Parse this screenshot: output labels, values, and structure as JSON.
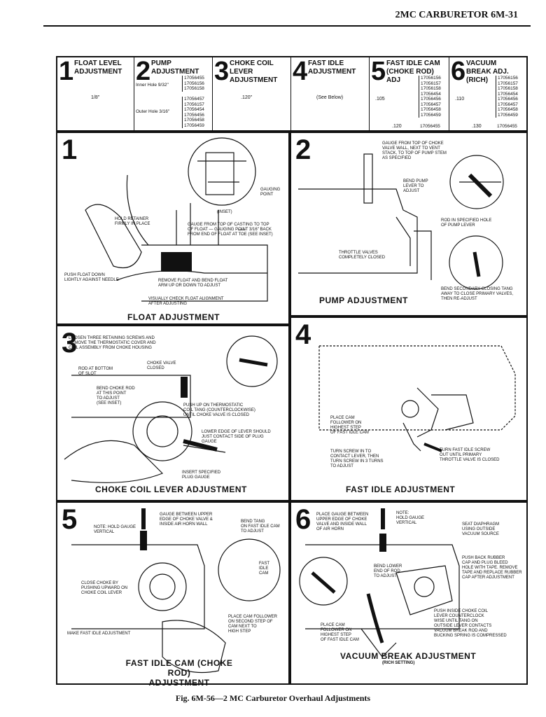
{
  "header": {
    "title": "2MC CARBURETOR  6M-31"
  },
  "spec_table": [
    {
      "num": "1",
      "title": "FLOAT LEVEL\nADJUSTMENT",
      "values": "1/8\""
    },
    {
      "num": "2",
      "title": "PUMP\nADJUSTMENT",
      "inner": "Inner Hole  9/32\"",
      "inner_parts": "17056455\n17056156\n17056158",
      "outer": "Outer Hole  3/16\"",
      "outer_parts": "17056457\n17056157\n17056454\n17056456\n17056458\n17056459"
    },
    {
      "num": "3",
      "title": "CHOKE COIL\nLEVER\nADJUSTMENT",
      "values": ".120\""
    },
    {
      "num": "4",
      "title": "FAST IDLE\nADJUSTMENT",
      "values": "(See Below)"
    },
    {
      "num": "5",
      "title": "FAST IDLE CAM\n(CHOKE ROD)\nADJ",
      "v1": ".105",
      "p1": "17056156\n17056157\n17056158\n17056454\n17056456\n17056457\n17056458\n17056459",
      "v2": ".120",
      "p2": "17056455"
    },
    {
      "num": "6",
      "title": "VACUUM\nBREAK ADJ.\n(RICH)",
      "v1": ".110",
      "p1": "17056156\n17056157\n17056158\n17056454\n17056456\n17056457\n17056458\n17056459",
      "v2": ".130",
      "p2": "17056455"
    }
  ],
  "panels": {
    "p1": {
      "num": "1",
      "caption": "FLOAT ADJUSTMENT",
      "labels": [
        "GAUGING\nPOINT",
        "(INSET)",
        "HOLD RETAINER\nFIRMLY IN PLACE",
        "GAUGE FROM TOP OF CASTING TO TOP\nOF FLOAT — GAUGING POINT 3/16\" BACK\nFROM END OF FLOAT AT TOE (SEE INSET)",
        "PUSH FLOAT DOWN\nLIGHTLY AGAINST NEEDLE",
        "REMOVE FLOAT AND BEND FLOAT\nARM UP OR DOWN TO ADJUST",
        "VISUALLY CHECK FLOAT ALIGNMENT\nAFTER ADJUSTING"
      ]
    },
    "p2": {
      "num": "2",
      "caption": "PUMP ADJUSTMENT",
      "labels": [
        "GAUGE FROM TOP OF CHOKE\nVALVE WALL, NEXT TO VENT\nSTACK, TO TOP OF PUMP STEM\nAS SPECIFIED",
        "BEND PUMP\nLEVER TO\nADJUST",
        "ROD IN SPECIFIED HOLE\nOF PUMP LEVER",
        "THROTTLE VALVES\nCOMPLETELY CLOSED",
        "BEND SECONDARY CLOSING TANG\nAWAY TO CLOSE PRIMARY VALVES,\nTHEN RE-ADJUST"
      ]
    },
    "p3": {
      "num": "3",
      "caption": "CHOKE COIL LEVER ADJUSTMENT",
      "labels": [
        "LOOSEN THREE RETAINING SCREWS AND\nREMOVE THE THERMOSTATIC COVER AND\nCOIL ASSEMBLY FROM CHOKE HOUSING",
        "CHOKE VALVE\nCLOSED",
        "ROD AT BOTTOM\nOF SLOT",
        "BEND CHOKE ROD\nAT THIS POINT\nTO ADJUST\n(SEE INSET)",
        "PUSH UP ON THERMOSTATIC\nCOIL TANG (COUNTERCLOCKWISE)\nUNTIL CHOKE VALVE IS CLOSED",
        "LOWER EDGE OF LEVER SHOULD\nJUST CONTACT SIDE OF PLUG\nGAUGE",
        "INSERT SPECIFIED\nPLUG GAUGE"
      ]
    },
    "p4": {
      "num": "4",
      "caption": "FAST IDLE ADJUSTMENT",
      "labels": [
        "PLACE CAM\nFOLLOWER ON\nHIGHEST STEP\nOF FAST IDLE CAM",
        "TURN SCREW IN TO\nCONTACT LEVER, THEN\nTURN SCREW IN 3 TURNS\nTO ADJUST",
        "TURN FAST IDLE SCREW\nOUT UNTIL PRIMARY\nTHROTTLE VALVE IS CLOSED"
      ]
    },
    "p5": {
      "num": "5",
      "caption": "FAST IDLE CAM (CHOKE ROD)\nADJUSTMENT",
      "labels": [
        "GAUGE BETWEEN UPPER\nEDGE OF CHOKE VALVE &\nINSIDE AIR HORN WALL",
        "NOTE: HOLD GAUGE\nVERTICAL",
        "BEND TANG\nON FAST IDLE CAM\nTO ADJUST",
        "FAST\nIDLE\nCAM",
        "CLOSE CHOKE BY\nPUSHING UPWARD ON\nCHOKE COIL LEVER",
        "PLACE CAM FOLLOWER\nON SECOND STEP OF\nCAM NEXT TO\nHIGH STEP",
        "MAKE FAST IDLE ADJUSTMENT"
      ]
    },
    "p6": {
      "num": "6",
      "caption": "VACUUM BREAK ADJUSTMENT",
      "subcaption": "(RICH SETTING)",
      "labels": [
        "PLACE GAUGE BETWEEN\nUPPER EDGE OF CHOKE\nVALVE AND INSIDE WALL\nOF AIR HORN",
        "NOTE:\nHOLD GAUGE\nVERTICAL",
        "SEAT DIAPHRAGM\nUSING OUTSIDE\nVACUUM SOURCE",
        "PUSH BACK RUBBER\nCAP AND PLUG BLEED\nHOLE WITH TAPE. REMOVE\nTAPE AND REPLACE RUBBER\nCAP AFTER ADJUSTMENT",
        "BEND LOWER\nEND OF ROD\nTO ADJUST",
        "PUSH INSIDE CHOKE COIL\nLEVER COUNTERCLOCK\nWISE UNTIL TANG ON\nOUTSIDE LEVER CONTACTS\nVACUUM BREAK ROD AND\nBUCKING SPRING IS COMPRESSED",
        "PLACE CAM\nFOLLOWER ON\nHIGHEST STEP\nOF FAST IDLE CAM"
      ]
    }
  },
  "figure_caption": "Fig. 6M-56—2 MC Carburetor Overhaul Adjustments"
}
